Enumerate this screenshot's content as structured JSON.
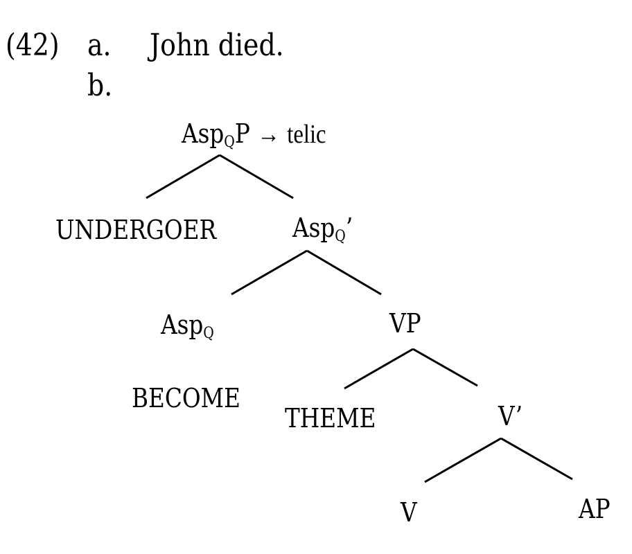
{
  "example": {
    "number": "(42)",
    "item_a_label": "a.",
    "item_a_sentence": "John died.",
    "item_b_label": "b."
  },
  "tree": {
    "root": {
      "head": "Asp",
      "subscript": "Q",
      "tail": "P",
      "arrow": "→",
      "gloss": "telic"
    },
    "undergoer": "UNDERGOER",
    "asp_bar": {
      "head": "Asp",
      "subscript": "Q",
      "tail": "’"
    },
    "asp_head": {
      "head": "Asp",
      "subscript": "Q"
    },
    "become": "BECOME",
    "vp": "VP",
    "theme": "THEME",
    "v_bar": "V’",
    "v": "V",
    "ap": "AP"
  }
}
